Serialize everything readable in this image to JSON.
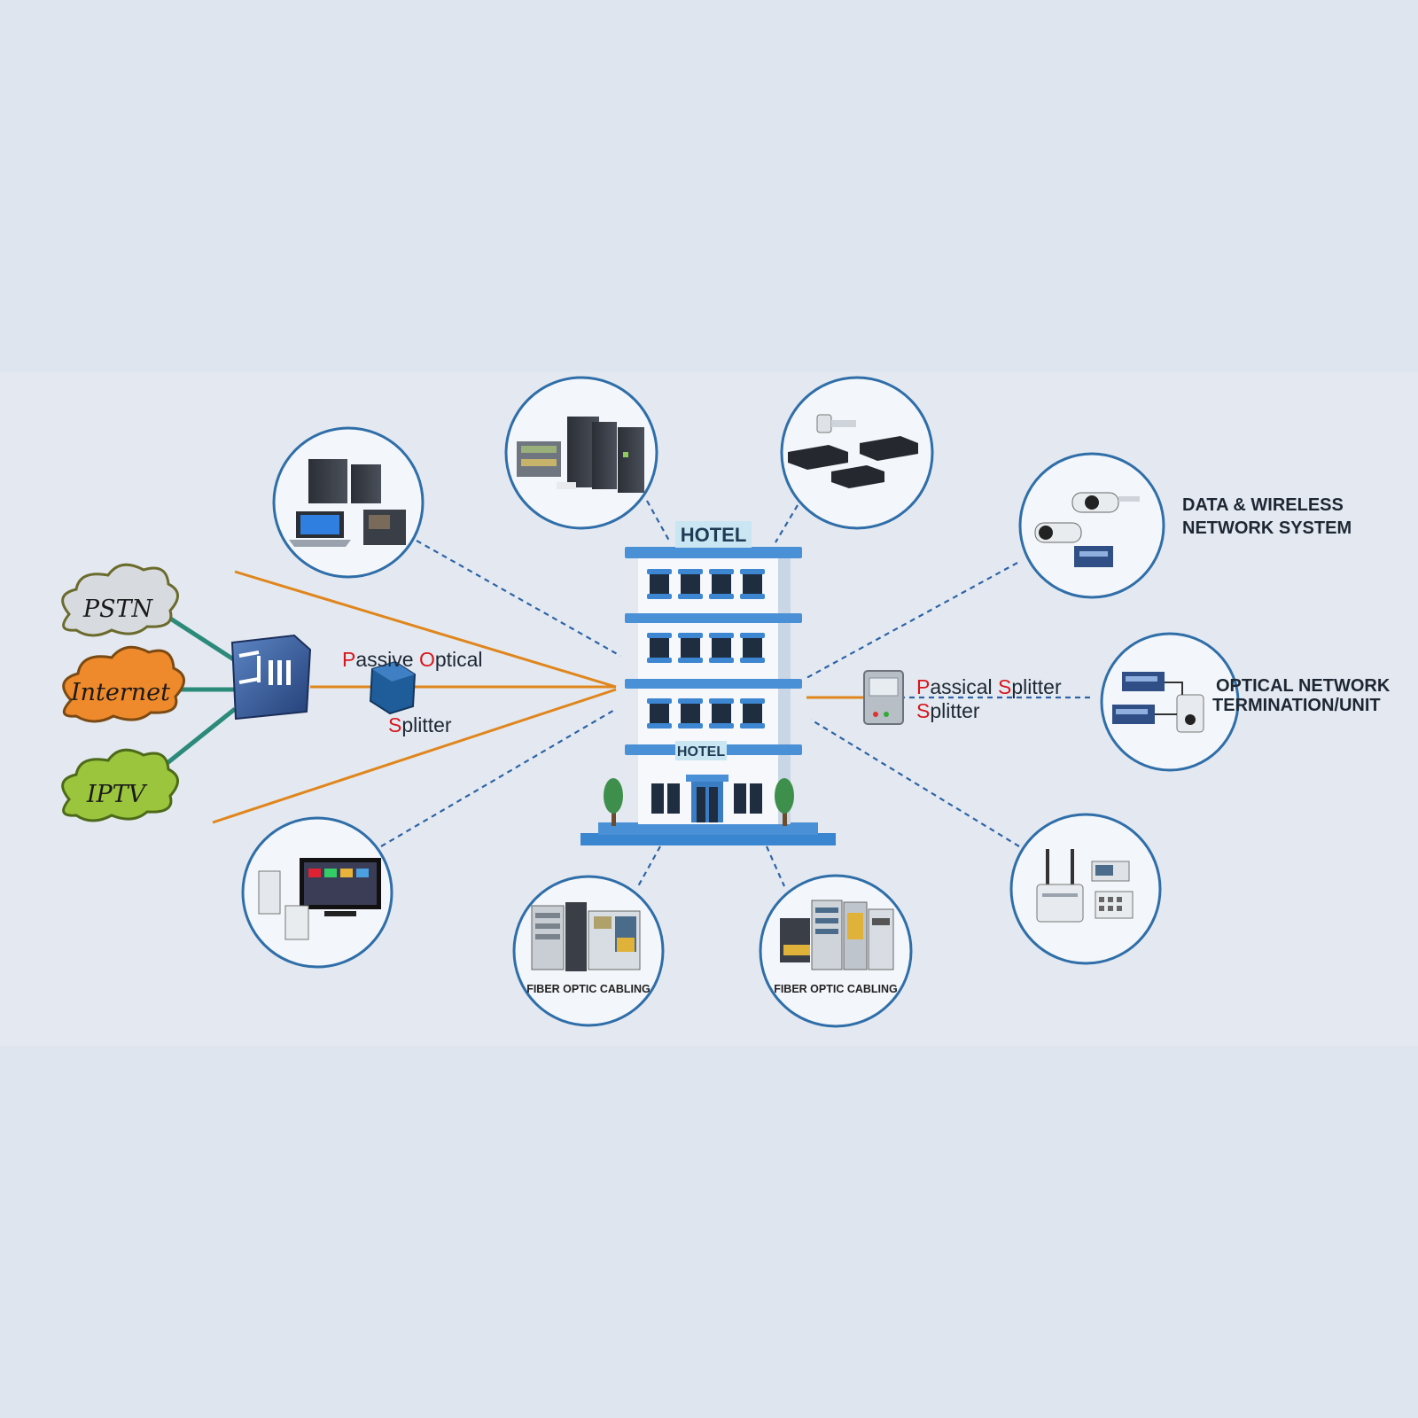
{
  "clouds": [
    {
      "label": "PSTN",
      "color": "#d7dbe0"
    },
    {
      "label": "Internet",
      "color": "#ef8a2c"
    },
    {
      "label": "IPTV",
      "color": "#9bc53d"
    }
  ],
  "left_splitter": {
    "line1_first": "P",
    "line1_rest": "assive ",
    "line1_o": "O",
    "line1_end": "ptical",
    "line2_first": "S",
    "line2_rest": "plitter"
  },
  "hotel": {
    "top_sign": "HOTEL",
    "lower_sign": "HOTEL"
  },
  "right_splitter": {
    "p": "P",
    "assical": "assical ",
    "s": "S",
    "plitter": "plitter",
    "s2": "S",
    "plitter2": "plitter"
  },
  "labels": {
    "data_wireless_1": "DATA & WIRELESS",
    "data_wireless_2": "NETWORK SYSTEM",
    "ont_1": "OPTICAL NETWORK",
    "ont_2": "TERMINATION/UNIT",
    "fiber_left": "FIBER OPTIC CABLING",
    "fiber_right": "FIBER OPTIC CABLING"
  },
  "colors": {
    "fiber": "#e0861c",
    "dash": "#2e64a6",
    "ring": "#2f6ea8",
    "building": "#4a90d6"
  }
}
